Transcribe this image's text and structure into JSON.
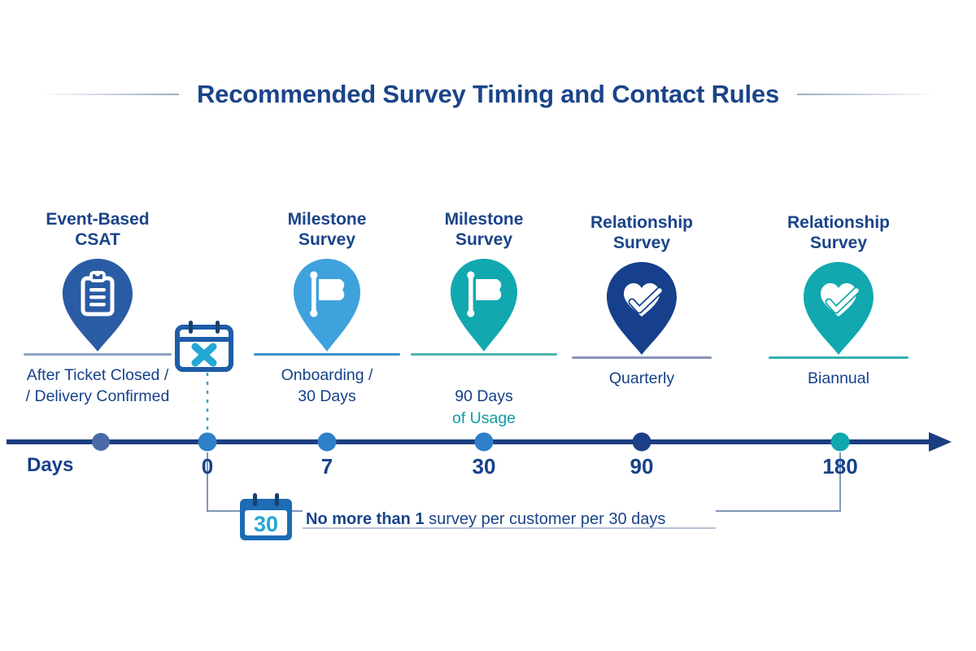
{
  "header": {
    "title": "Recommended Survey Timing and Contact Rules",
    "rule_color": "#7d8dab"
  },
  "axis": {
    "days_label": "Days",
    "line_color": "#1b3f80",
    "ticks": [
      {
        "label": "0",
        "day": 0,
        "color": "#2e80c8"
      },
      {
        "label": "7",
        "day": 7,
        "color": "#2e80c8"
      },
      {
        "label": "30",
        "day": 30,
        "color": "#2e80c8"
      },
      {
        "label": "90",
        "day": 90,
        "color": "#1d3f87"
      },
      {
        "label": "180",
        "day": 180,
        "color": "#10a7ae"
      }
    ],
    "start_dot_color": "#4a6ba8",
    "arrow_label": "timeline-arrow"
  },
  "items": [
    {
      "heading": "Event-Based\nCSAT",
      "description": "After Ticket Closed /\n/ Delivery Confirmed",
      "description_accent": "",
      "icon": "clipboard-pin-icon",
      "color": "#2a5ca5",
      "underline_color": "#8fa3c4"
    },
    {
      "heading": "Milestone\nSurvey",
      "description": "Onboarding /\n30 Days",
      "description_accent": "",
      "icon": "flag-pin-icon",
      "color": "#3fa2dc",
      "underline_color": "#3f92c8"
    },
    {
      "heading": "Milestone\nSurvey",
      "description": "90 Days\n",
      "description_accent": "of Usage",
      "icon": "flag-pin-icon",
      "color": "#11a8af",
      "underline_color": "#4cb5ae"
    },
    {
      "heading": "Relationship\nSurvey",
      "description": "Quarterly",
      "description_accent": "",
      "icon": "heart-check-pin-icon",
      "color": "#16408c",
      "underline_color": "#8b95b8"
    },
    {
      "heading": "Relationship\nSurvey",
      "description": "",
      "description_accent": "Biannual",
      "icon": "heart-check-pin-icon",
      "color": "#11a8af",
      "underline_color": "#36b0ad"
    }
  ],
  "markers": {
    "calendar_x": {
      "icon": "calendar-x-icon",
      "frame_color": "#1d5ca8",
      "mark_color": "#23a7d4"
    }
  },
  "callout": {
    "icon": "calendar-30-icon",
    "badge_number": "30",
    "badge_color": "#1d6cb5",
    "text_bold": "No more than 1",
    "text_rest": " survey per customer per 30 days"
  }
}
